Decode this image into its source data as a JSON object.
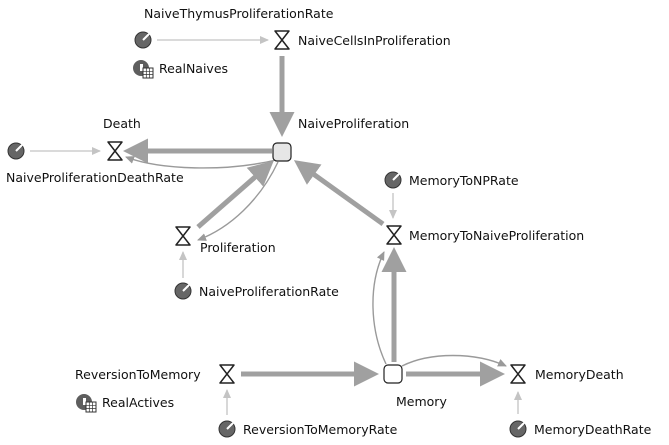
{
  "diagram": {
    "stocks": {
      "naive_proliferation": "NaiveProliferation",
      "memory": "Memory"
    },
    "flows": {
      "naive_cells_in_proliferation": "NaiveCellsInProliferation",
      "death": "Death",
      "proliferation": "Proliferation",
      "memory_to_naive_proliferation": "MemoryToNaiveProliferation",
      "reversion_to_memory": "ReversionToMemory",
      "memory_death": "MemoryDeath"
    },
    "parameters": {
      "naive_thymus_proliferation_rate": "NaiveThymusProliferationRate",
      "naive_proliferation_death_rate": "NaiveProliferationDeathRate",
      "naive_proliferation_rate": "NaiveProliferationRate",
      "memory_to_np_rate": "MemoryToNPRate",
      "reversion_to_memory_rate": "ReversionToMemoryRate",
      "memory_death_rate": "MemoryDeathRate"
    },
    "tables": {
      "real_naives": "RealNaives",
      "real_actives": "RealActives"
    }
  },
  "colors": {
    "thick_arrow": "#a0a0a0",
    "thin_arrow": "#9a9a9a",
    "faint_arrow": "#c4c4c4",
    "param_icon": "#666666",
    "table_icon": "#5e5e5e",
    "stock_fill": "#e6e6e6",
    "stroke": "#222222"
  },
  "icons": {
    "parameter": "gauge-icon",
    "flow": "hourglass-icon",
    "stock": "stock-box-icon",
    "table": "table-icon"
  }
}
